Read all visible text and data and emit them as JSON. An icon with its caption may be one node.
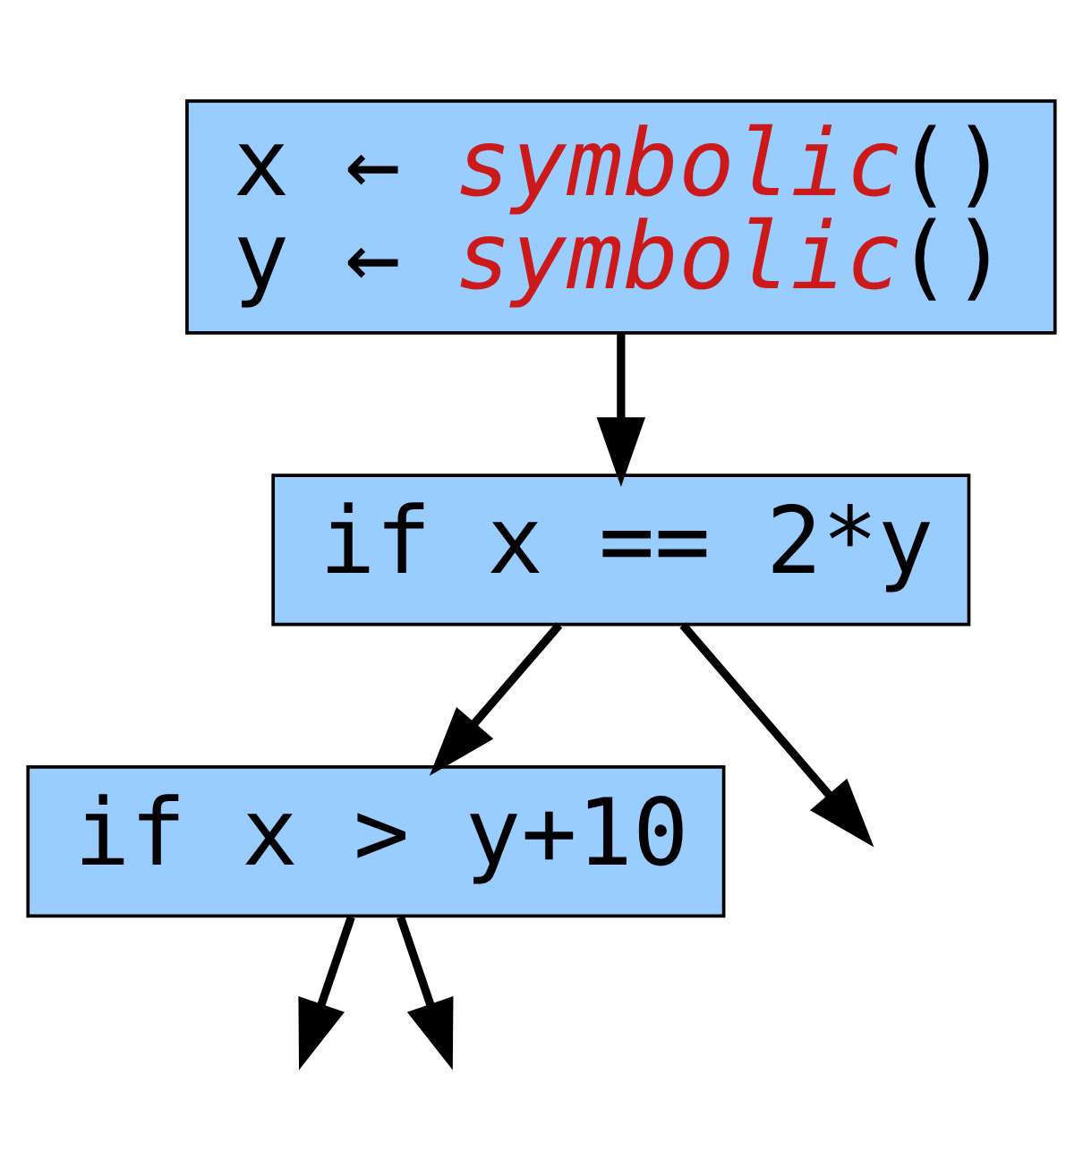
{
  "diagram": {
    "nodes": [
      {
        "text": [
          "x ← *symbolic*()",
          "y ← *symbolic*()"
        ]
      },
      {
        "text": [
          "if x == 2*y"
        ]
      },
      {
        "text": [
          "if x > y+10"
        ]
      }
    ],
    "edges": [
      {
        "from": 0,
        "to": 1,
        "arrow": "to"
      },
      {
        "from": 1,
        "to": 2,
        "arrow": "to"
      },
      {
        "from": 1,
        "to": null,
        "arrow": "to"
      },
      {
        "from": 2,
        "to": null,
        "arrow": "to"
      },
      {
        "from": 2,
        "to": null,
        "arrow": "to"
      }
    ]
  }
}
